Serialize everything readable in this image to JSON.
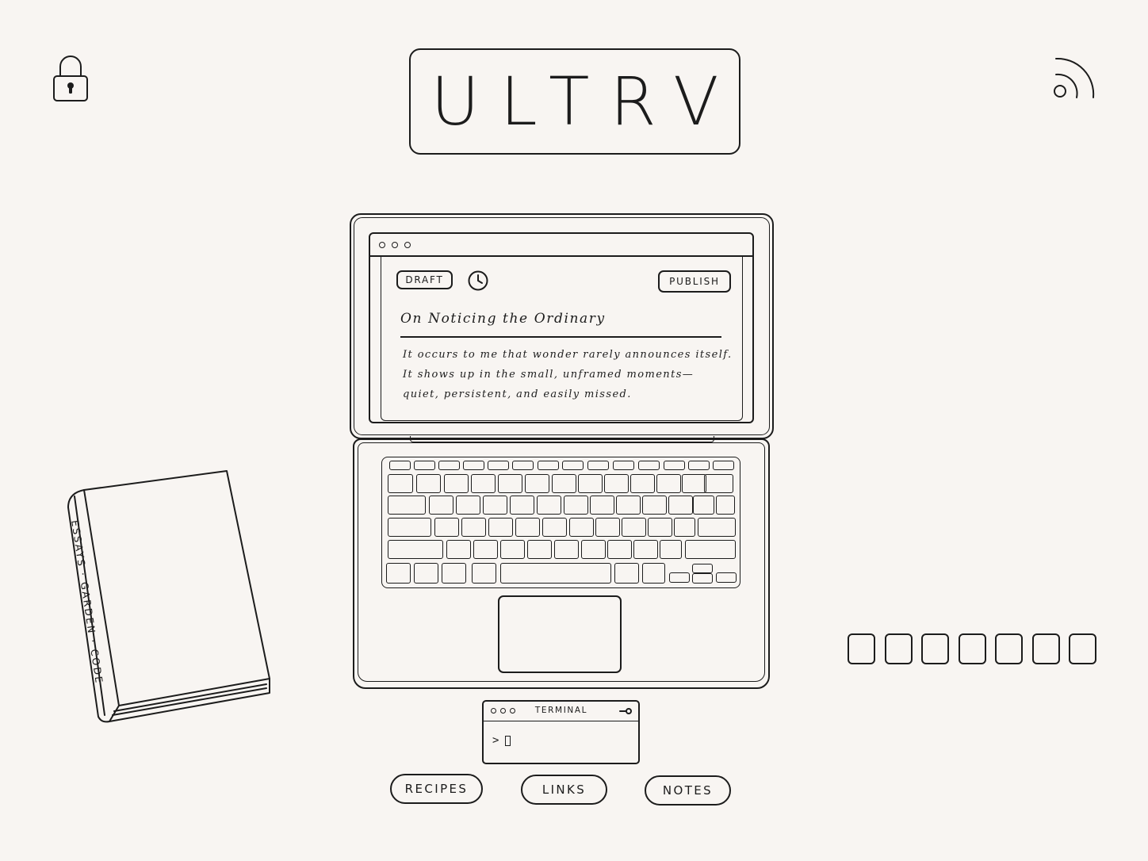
{
  "header": {
    "logo": "ULTRV",
    "lock_icon": "lock-icon",
    "rss_icon": "rss-feed-icon"
  },
  "editor": {
    "window_controls": [
      "window-dot-icon",
      "window-dot-icon",
      "window-dot-icon"
    ],
    "draft_label": "DRAFT",
    "clock_icon": "clock-icon",
    "publish_label": "PUBLISH",
    "post_title": "On Noticing the Ordinary",
    "post_body": [
      "It occurs to me that wonder rarely announces itself.",
      "It shows up in the small, unframed moments—",
      "quiet, persistent, and easily missed."
    ]
  },
  "book": {
    "spine_text": "ESSAYS · GARDEN · CODE"
  },
  "terminal": {
    "title": "TERMINAL",
    "prompt": ">",
    "key_icon": "key-icon"
  },
  "nav": [
    {
      "label": "RECIPES"
    },
    {
      "label": "LINKS"
    },
    {
      "label": "NOTES"
    }
  ],
  "code_squares": 7,
  "colors": {
    "background": "#f8f5f2",
    "ink": "#1c1c1c"
  }
}
